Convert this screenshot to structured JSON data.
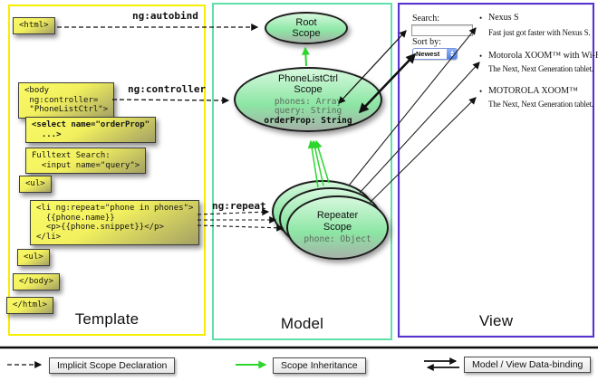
{
  "columns": {
    "template": {
      "label": "Template"
    },
    "model": {
      "label": "Model"
    },
    "view": {
      "label": "View"
    }
  },
  "annotations": {
    "autobind": "ng:autobind",
    "controller": "ng:controller",
    "repeat": "ng:repeat"
  },
  "template_blocks": {
    "html_open": {
      "lines": [
        "<html>"
      ]
    },
    "body_open": {
      "lines": [
        "<body",
        " ng:controller=",
        " \"PhoneListCtrl\">"
      ]
    },
    "select": {
      "lines": [
        "<select name=\"orderProp\"",
        "  ...>"
      ]
    },
    "fulltext": {
      "lines": [
        "Fulltext Search:",
        "  <input name=\"query\">"
      ]
    },
    "ul_open": {
      "lines": [
        "<ul>"
      ]
    },
    "li_repeat": {
      "lines": [
        "<li ng:repeat=\"phone in phones\">",
        "  {{phone.name}}",
        "  <p>{{phone.snippet}}</p>",
        "</li>"
      ]
    },
    "ul_close": {
      "lines": [
        "<ul>"
      ]
    },
    "body_close": {
      "lines": [
        "</body>"
      ]
    },
    "html_close": {
      "lines": [
        "</html>"
      ]
    }
  },
  "scopes": {
    "root": {
      "title1": "Root",
      "title2": "Scope"
    },
    "phone_list_ctrl": {
      "title1": "PhoneListCtrl",
      "title2": "Scope",
      "prop1": "phones: Array",
      "prop2": "query: String",
      "prop3": "orderProp: String"
    },
    "repeater": {
      "title1": "Repeater",
      "title2": "Scope",
      "prop1": "phone: Object"
    }
  },
  "view": {
    "search_label": "Search:",
    "search_value": "",
    "sort_label": "Sort by:",
    "sort_selected": "Newest",
    "bullet": "•",
    "items": [
      {
        "title": "Nexus S",
        "desc": "Fast just got faster with Nexus S."
      },
      {
        "title": "Motorola XOOM™ with Wi-Fi",
        "desc": "The Next, Next Generation tablet."
      },
      {
        "title": "MOTOROLA XOOM™",
        "desc": "The Next, Next Generation tablet."
      }
    ]
  },
  "legend": {
    "implicit": "Implicit Scope Declaration",
    "inheritance": "Scope Inheritance",
    "binding": "Model / View Data-binding"
  },
  "colors": {
    "template_border": "#f6ee00",
    "model_border": "#5fe0a8",
    "view_border": "#5633cf",
    "arrow_green": "#2dd62d",
    "code_box_yellow": "#f5f35c"
  }
}
